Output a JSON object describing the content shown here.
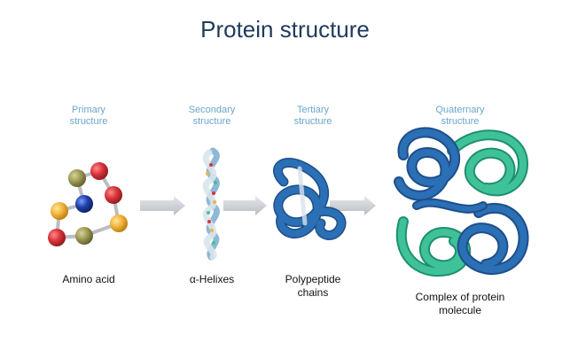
{
  "title": "Protein structure",
  "stages": [
    {
      "label": "Primary\nstructure",
      "caption": "Amino acid"
    },
    {
      "label": "Secondary\nstructure",
      "caption": "α-Helixes"
    },
    {
      "label": "Tertiary\nstructure",
      "caption": "Polypeptide\nchains"
    },
    {
      "label": "Quaternary\nstructure",
      "caption": "Complex of protein\nmolecule"
    }
  ],
  "colors": {
    "title": "#1f3a5c",
    "stage_label": "#6aa6cc",
    "arrow": "#c9cdd1",
    "chain_blue": "#2b6fb5",
    "chain_green": "#3fc29a",
    "atom_red": "#d8343a",
    "atom_yellow": "#f2b43a",
    "atom_olive": "#9e9a55",
    "atom_navy": "#1f3fa8"
  }
}
